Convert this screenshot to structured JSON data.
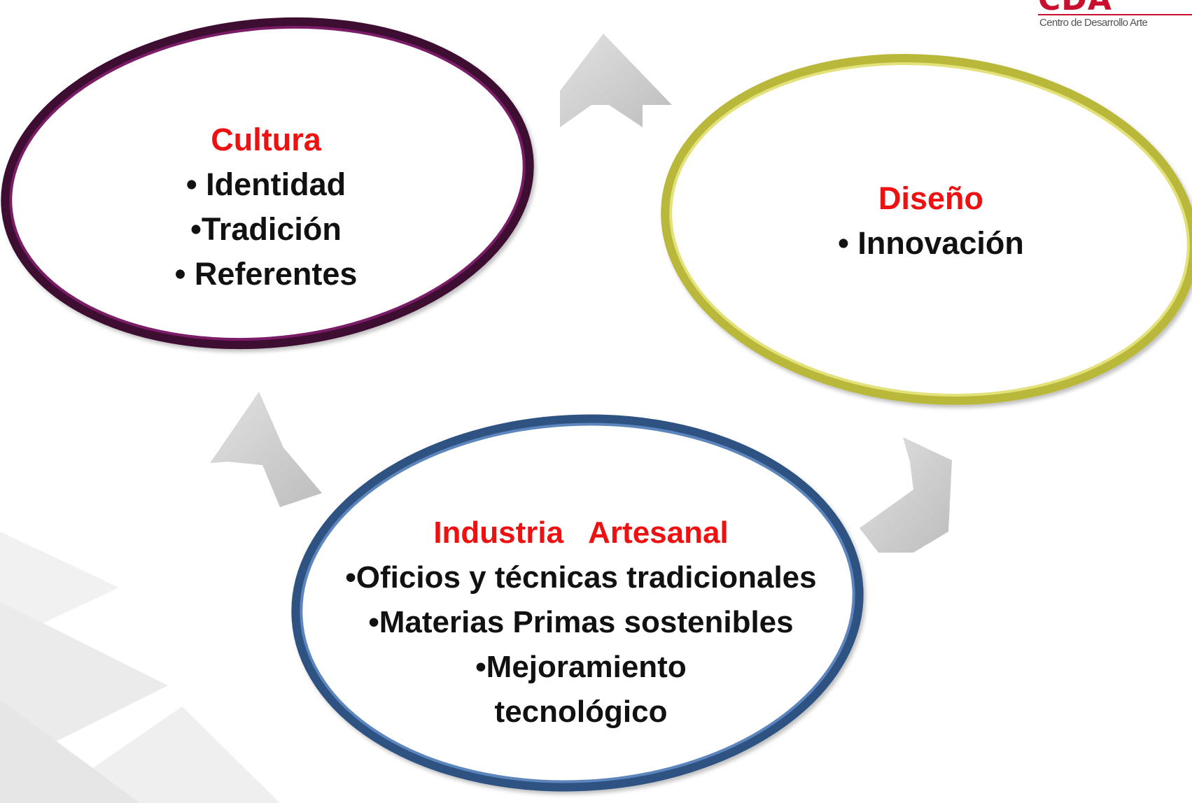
{
  "logo": {
    "mark": "CDA",
    "subtitle": "Centro de Desarrollo Arte"
  },
  "nodes": {
    "cultura": {
      "title": "Cultura",
      "items": [
        "• Identidad",
        "•Tradición",
        "• Referentes"
      ],
      "ring_color": "#5a0f4a"
    },
    "diseno": {
      "title": "Diseño",
      "items": [
        "• Innovación"
      ],
      "ring_color": "#c9c84a"
    },
    "industria": {
      "title": "Industria   Artesanal",
      "items": [
        "•Oficios y técnicas tradicionales",
        "•Materias Primas sostenibles",
        "•Mejoramiento",
        "tecnológico"
      ],
      "ring_color": "#3d6699"
    }
  },
  "colors": {
    "title_red": "#ee1111",
    "text_dark": "#111111",
    "arrow_gray": "#cfcfcf",
    "chevron_gray": "#ececec"
  }
}
